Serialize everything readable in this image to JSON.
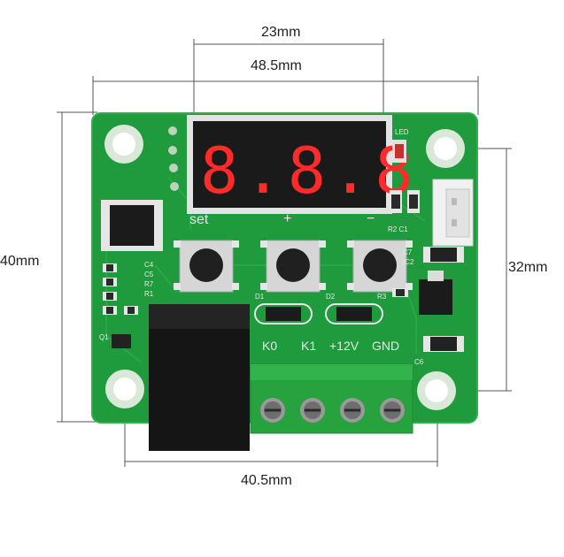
{
  "dimensions": {
    "display_width": "23mm",
    "board_width": "48.5mm",
    "board_height": "40mm",
    "mount_vertical": "32mm",
    "mount_horizontal": "40.5mm"
  },
  "display": {
    "digits": "8.8.8."
  },
  "silkscreen": {
    "set_label": "set",
    "plus_label": "+",
    "minus_label": "−",
    "led_label": "LED",
    "terminal_k0": "K0",
    "terminal_k1": "K1",
    "terminal_12v": "+12V",
    "terminal_gnd": "GND",
    "d1": "D1",
    "d2": "D2",
    "r3": "R3",
    "c4": "C4",
    "c5": "C5",
    "r7": "R7",
    "r1": "R1",
    "c6": "C6",
    "c7": "C7",
    "r2c1": "R2  C1",
    "ic2": "IC2",
    "q1": "Q1"
  },
  "colors": {
    "pcb": "#1f9a3c",
    "pcb_dark": "#167a2e",
    "pcb_edge": "#2bb04a",
    "relay": "#151515",
    "terminal": "#27a23f",
    "display_digit": "#ff2a2a"
  }
}
